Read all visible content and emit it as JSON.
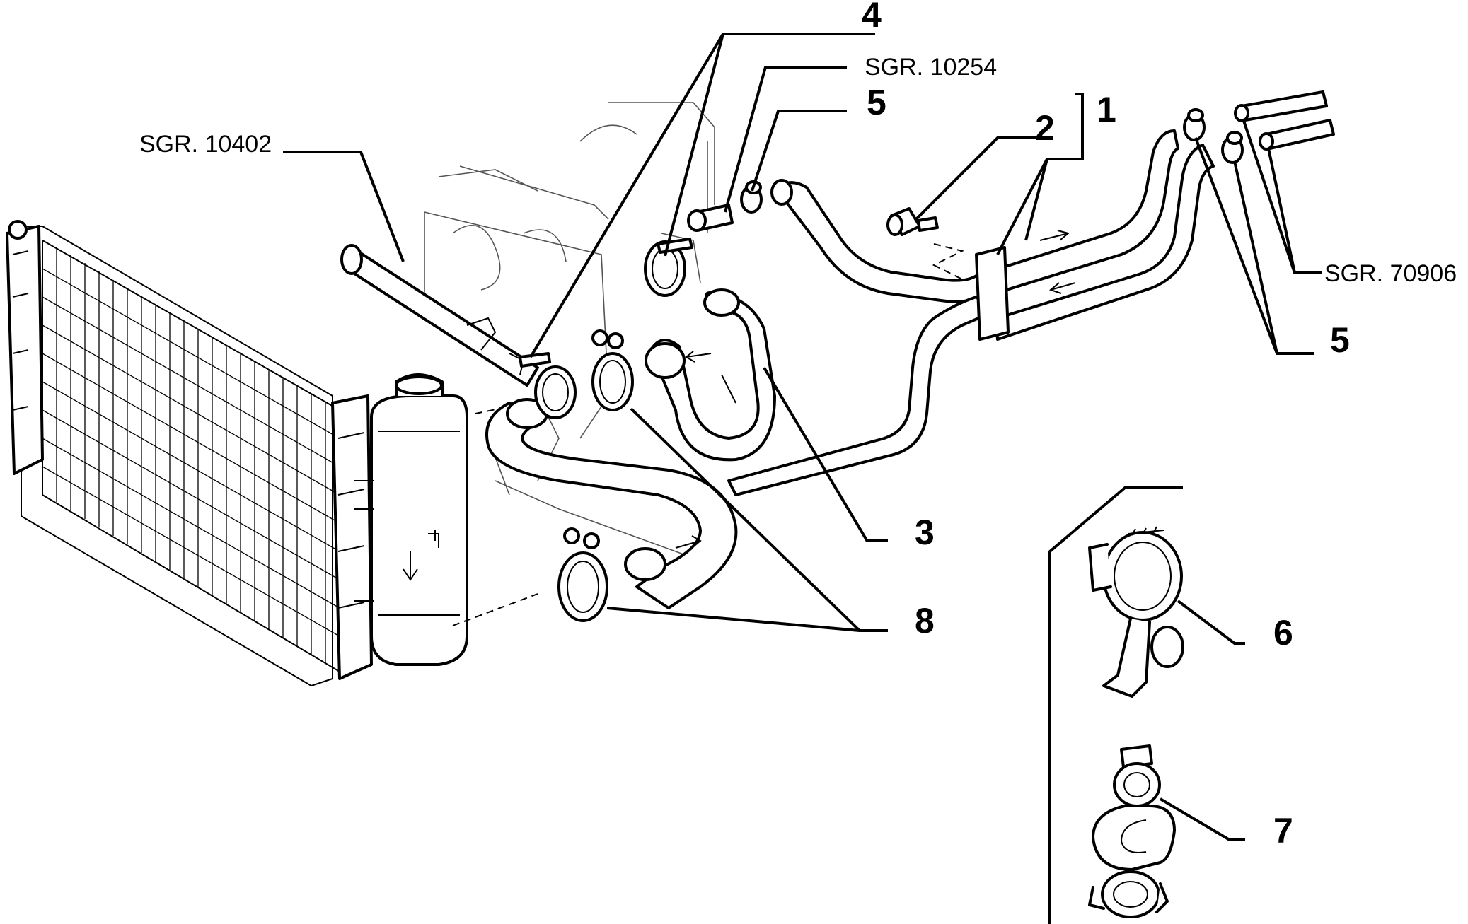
{
  "labels": {
    "n1": "1",
    "n2": "2",
    "n3": "3",
    "n4": "4",
    "n5_top": "5",
    "n5_right": "5",
    "n6": "6",
    "n7": "7",
    "n8": "8",
    "ref_10254": "SGR. 10254",
    "ref_10402": "SGR. 10402",
    "ref_70906": "SGR. 70906"
  }
}
